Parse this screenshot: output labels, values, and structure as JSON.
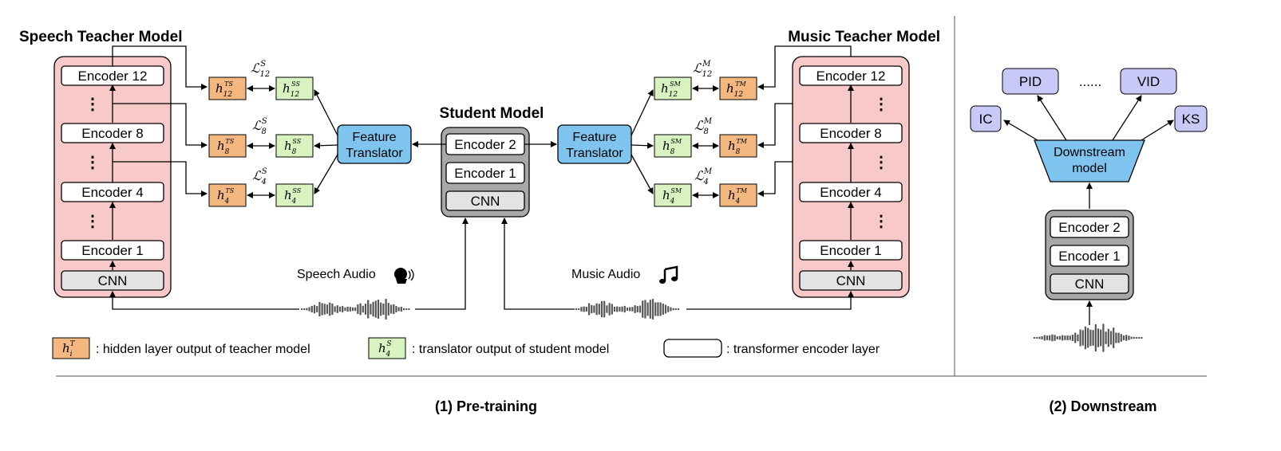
{
  "titles": {
    "speech_teacher": "Speech Teacher Model",
    "music_teacher": "Music Teacher Model",
    "student": "Student Model"
  },
  "encoders": {
    "e12": "Encoder 12",
    "e8": "Encoder 8",
    "e4": "Encoder 4",
    "e2": "Encoder 2",
    "e1": "Encoder 1",
    "cnn": "CNN",
    "vdots": "⋮"
  },
  "feature_translator": {
    "line1": "Feature",
    "line2": "Translator"
  },
  "hidden": {
    "h": "h",
    "idx12": "12",
    "idx8": "8",
    "idx4": "4",
    "sup_TS": "TS",
    "sup_SS": "SS",
    "sup_SM": "SM",
    "sup_TM": "TM",
    "loss": "ℒ",
    "loss_S": "S",
    "loss_M": "M"
  },
  "audio": {
    "speech": "Speech Audio",
    "music": "Music Audio"
  },
  "legend": {
    "teacher_sym": "h",
    "teacher_sub": "i",
    "teacher_sup": "T",
    "teacher_text": ": hidden layer output of teacher model",
    "student_sym": "h",
    "student_sub": "4",
    "student_sup": "S",
    "student_text": ": translator output of student model",
    "encoder_text": ": transformer encoder layer"
  },
  "downstream": {
    "tasks": [
      "PID",
      "VID",
      "IC",
      "KS"
    ],
    "dots": "......",
    "model_line1": "Downstream",
    "model_line2": "model"
  },
  "captions": {
    "pretraining": "(1) Pre-training",
    "downstream": "(2) Downstream"
  },
  "colors": {
    "teacher_bg": "#f8c9c9",
    "student_bg": "#a8a8a8",
    "teacher_output": "#f4b77f",
    "student_output": "#d8f3c0",
    "translator": "#7ec4ef",
    "task": "#c9c9f7",
    "cnn": "#e3e3e3"
  }
}
